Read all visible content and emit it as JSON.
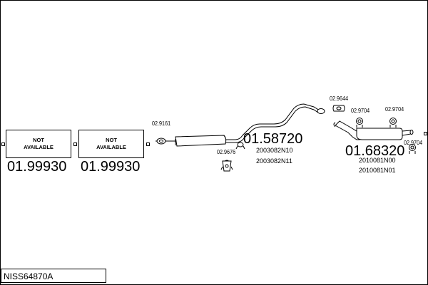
{
  "diagram": {
    "not_available_1": [
      "NOT",
      "AVAILABLE"
    ],
    "not_available_2": [
      "NOT",
      "AVAILABLE"
    ],
    "part_numbers": {
      "p1": "01.99930",
      "p2": "01.99930",
      "p3": "01.58720",
      "p4": "01.68320"
    },
    "small_parts": {
      "s1": "02.9161",
      "s2": "02.9676",
      "s3": "02.9644",
      "s4": "02.9704",
      "s5": "02.9704",
      "s6": "02.9704"
    },
    "oem_refs": {
      "r1": "2003082N10",
      "r2": "2003082N11",
      "r3": "2010081N00",
      "r4": "2010081N01"
    },
    "model_code": "NISS64870A"
  }
}
